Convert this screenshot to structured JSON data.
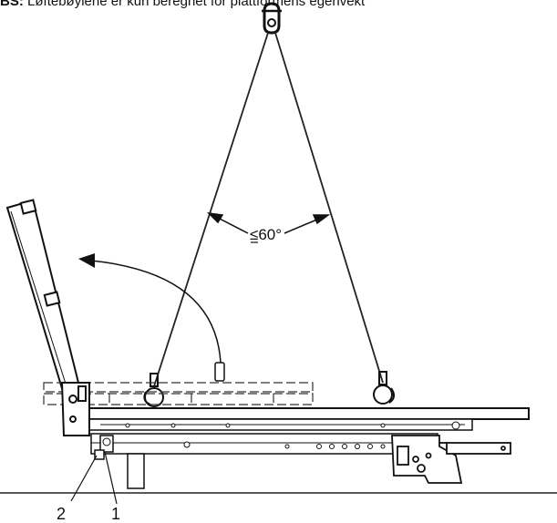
{
  "header": {
    "prefix": "BS:",
    "text": "Løftebøylene er kun beregnet for plattformens egenvekt"
  },
  "diagram": {
    "angle_label": "≤60°",
    "callout_1": "1",
    "callout_2": "2"
  }
}
